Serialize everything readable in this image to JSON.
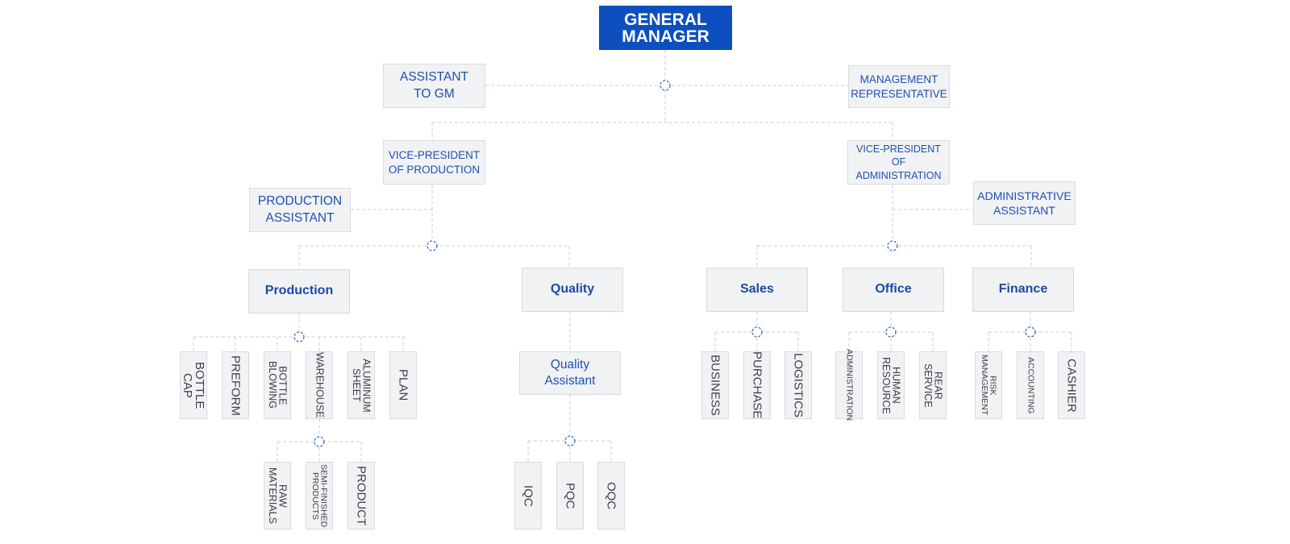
{
  "nodes": {
    "general_manager": "GENERAL\nMANAGER",
    "assistant_gm": "ASSISTANT\nTO GM",
    "mgmt_rep": "MANAGEMENT\nREPRESENTATIVE",
    "vp_production": "VICE-PRESIDENT\nOF PRODUCTION",
    "vp_admin": "VICE-PRESIDENT\nOF ADMINISTRATION",
    "production_assistant": "PRODUCTION\nASSISTANT",
    "administrative_assistant": "ADMINISTRATIVE\nASSISTANT",
    "production": "Production",
    "quality": "Quality",
    "sales": "Sales",
    "office": "Office",
    "finance": "Finance",
    "quality_assistant": "Quality\nAssistant",
    "bottle_cap": "BOTTLE CAP",
    "preform": "PREFORM",
    "bottle_blowing": "BOTTLE\nBLOWING",
    "warehouse": "WAREHOUSE",
    "aluminum_sheet": "ALUMINUM\nSHEET",
    "plan": "PLAN",
    "raw_materials": "RAW\nMATERIALS",
    "semi_finished": "SEMI-FINISHED\nPRODUCTS",
    "product": "PRODUCT",
    "iqc": "IQC",
    "pqc": "PQC",
    "oqc": "OQC",
    "business": "BUSINESS",
    "purchase": "PURCHASE",
    "logistics": "LOGISTICS",
    "administration": "ADMINISTRATION",
    "human_resource": "HUMAN\nRESOURCE",
    "rear_service": "REAR SERVICE",
    "risk_management": "RISK\nMANAGEMENT",
    "accounting": "ACCOUNTING",
    "cashier": "CASHIER"
  },
  "colors": {
    "header_fill": "#0d4fbf",
    "box_fill": "#f1f2f4",
    "label_blue": "#1f4fb0",
    "connector": "#c9ced6"
  }
}
